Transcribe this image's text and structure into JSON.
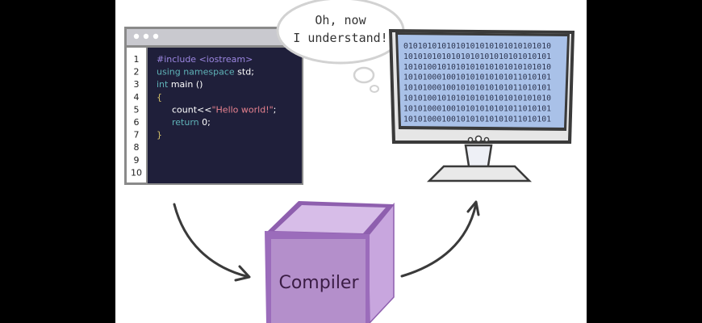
{
  "editor": {
    "window_dots": 3,
    "line_numbers": [
      "1",
      "2",
      "3",
      "4",
      "5",
      "6",
      "7",
      "8",
      "9",
      "10"
    ],
    "code_lines": [
      {
        "indent": 0,
        "tokens": [
          {
            "text": "#include <iostream>",
            "role": "directive"
          }
        ]
      },
      {
        "indent": 0,
        "tokens": [
          {
            "text": "using namespace ",
            "role": "keyword"
          },
          {
            "text": "std;",
            "role": "plain"
          }
        ]
      },
      {
        "indent": 0,
        "tokens": [
          {
            "text": "int ",
            "role": "keyword"
          },
          {
            "text": "main ()",
            "role": "plain"
          }
        ]
      },
      {
        "indent": 0,
        "tokens": [
          {
            "text": "{",
            "role": "brace"
          }
        ]
      },
      {
        "indent": 1,
        "tokens": [
          {
            "text": "count<<",
            "role": "plain"
          },
          {
            "text": "\"Hello world!\"",
            "role": "string"
          },
          {
            "text": ";",
            "role": "plain"
          }
        ]
      },
      {
        "indent": 1,
        "tokens": [
          {
            "text": "return ",
            "role": "keyword"
          },
          {
            "text": "0;",
            "role": "plain"
          }
        ]
      },
      {
        "indent": 0,
        "tokens": [
          {
            "text": "}",
            "role": "brace"
          }
        ]
      },
      {
        "indent": 0,
        "tokens": []
      },
      {
        "indent": 0,
        "tokens": []
      },
      {
        "indent": 0,
        "tokens": []
      }
    ]
  },
  "thought_bubble": {
    "line1": "Oh, now",
    "line2": "I understand!"
  },
  "monitor": {
    "binary_lines": [
      "0101010101010101010101010101010",
      "1010101010101010101010101010101",
      "1010100101010101010101010101010",
      "1010100010010101010101011010101",
      "1010100010010101010101011010101",
      "1010100101010101010101010101010",
      "1010100010010101010101011010101",
      "1010100010010101010101011010101"
    ]
  },
  "compiler": {
    "label": "Compiler"
  },
  "colors": {
    "background": "#ffffff",
    "letterbox": "#000000",
    "editor_bg": "#1f1f3a",
    "editor_frame": "#8a8a8a",
    "titlebar": "#c9c9cf",
    "directive": "#9b86e0",
    "keyword": "#5fb3b8",
    "plain": "#ffffff",
    "brace": "#d8c46a",
    "string": "#e7828f",
    "screen": "#a9c1e8",
    "cube_front": "#b48fcb",
    "cube_top": "#d7bde8",
    "cube_side": "#c8a6de",
    "cube_edge": "#8e5fae",
    "arrow": "#3a3a3a"
  }
}
